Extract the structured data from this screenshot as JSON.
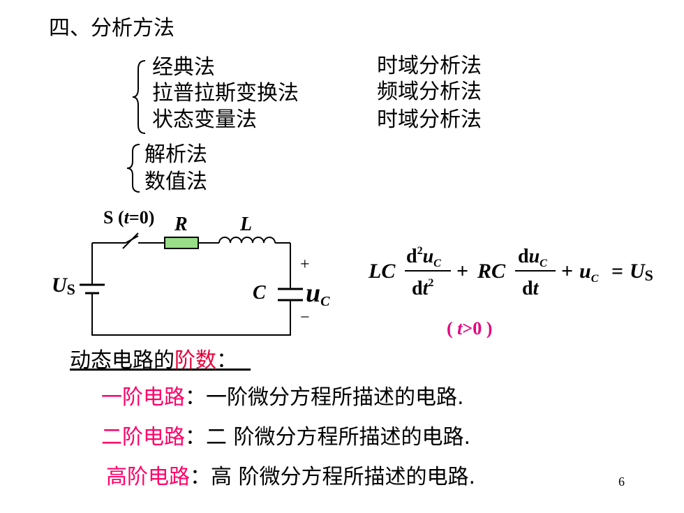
{
  "section_title": "四、分析方法",
  "methods": [
    {
      "name": "经典法",
      "domain": "时域分析法"
    },
    {
      "name": "拉普拉斯变换法",
      "domain": "频域分析法"
    },
    {
      "name": "状态变量法",
      "domain": "时域分析法"
    }
  ],
  "solution_methods": [
    "解析法",
    "数值法"
  ],
  "circuit": {
    "switch_label": "S",
    "switch_cond_open": "(",
    "switch_t": "t",
    "switch_cond_rest": "=0)",
    "r_label": "R",
    "l_label": "L",
    "c_label": "C",
    "source_main": "U",
    "source_sub": "S",
    "uc_main": "u",
    "uc_sub": "C",
    "plus": "+",
    "minus": "−"
  },
  "equation": {
    "lc": "LC",
    "d": "d",
    "two": "2",
    "u": "u",
    "sub_c": "C",
    "dt": "dt",
    "plus": "+",
    "rc": "RC",
    "equals": "=",
    "U": "U",
    "sub_s": "S",
    "condition_open": "(",
    "condition_t": "t",
    "condition_rest": ">0 )"
  },
  "order_heading_prefix": "动态电路的",
  "order_heading_highlight": "阶数",
  "order_heading_suffix": "：",
  "order_items": [
    {
      "term": "一阶电路",
      "desc": "：一阶微分方程所描述的电路."
    },
    {
      "term": "二阶电路",
      "desc": "：二 阶微分方程所描述的电路."
    },
    {
      "term": "高阶电路",
      "desc": "：高 阶微分方程所描述的电路."
    }
  ],
  "page_number": "6",
  "colors": {
    "highlight": "#e8003a",
    "resistor_fill": "#99dd88",
    "condition": "#e6007e"
  }
}
